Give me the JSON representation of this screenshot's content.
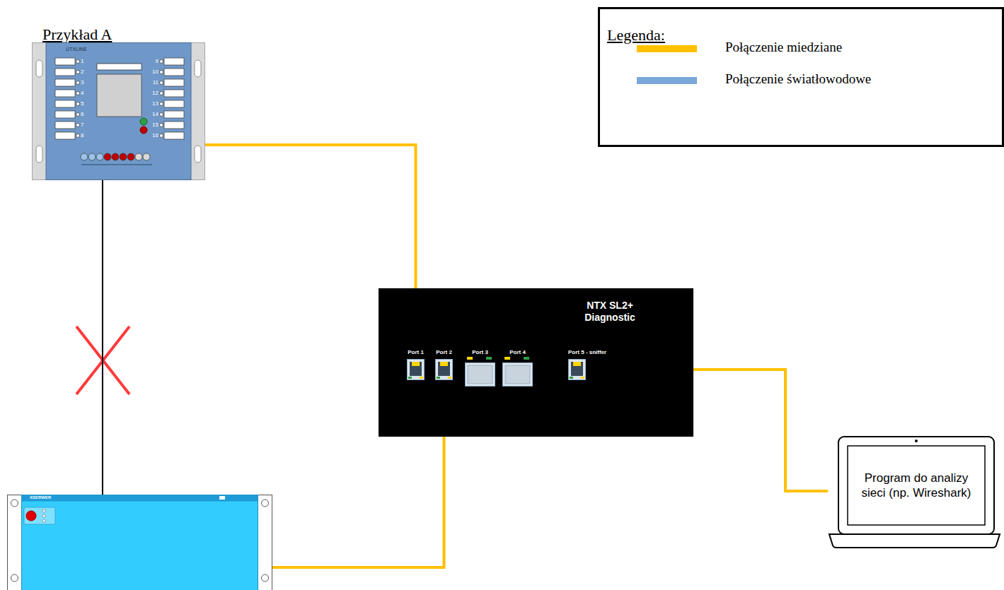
{
  "diagram": {
    "title": "Przykład A",
    "nodes": [
      {
        "text": [
          "UTXLINE"
        ]
      },
      {
        "text": [
          "NTX SL2+ Diagnostic"
        ]
      },
      {
        "text": [
          "Port 1"
        ],
        "in": 1
      },
      {
        "text": [
          "Port 2"
        ],
        "in": 1
      },
      {
        "text": [
          "Port 3"
        ],
        "in": 1
      },
      {
        "text": [
          "Port 4"
        ],
        "in": 1
      },
      {
        "text": [
          "Port 5 - sniffer"
        ],
        "in": 1
      },
      {
        "text": [
          "Program do analizy sieci (np. Wireshark)"
        ]
      },
      {
        "text": [
          "XSERWER"
        ]
      }
    ],
    "edges": [
      {
        "from": 0,
        "to": 2,
        "arrow": "none"
      },
      {
        "from": 8,
        "to": 3,
        "arrow": "none"
      },
      {
        "from": 6,
        "to": 7,
        "arrow": "none"
      },
      {
        "from": 0,
        "to": 8,
        "arrow": "none"
      }
    ],
    "labels": [
      "Legenda:",
      "1",
      "2",
      "3",
      "4",
      "5",
      "6",
      "7",
      "8",
      "9",
      "10",
      "11",
      "12",
      "13",
      "14",
      "15",
      "16"
    ],
    "legend": [
      {
        "text": "Połączenie miedziane",
        "color": "#FFC000"
      },
      {
        "text": "Połączenie światłowodowe",
        "color": "#7BA7D9"
      }
    ]
  }
}
